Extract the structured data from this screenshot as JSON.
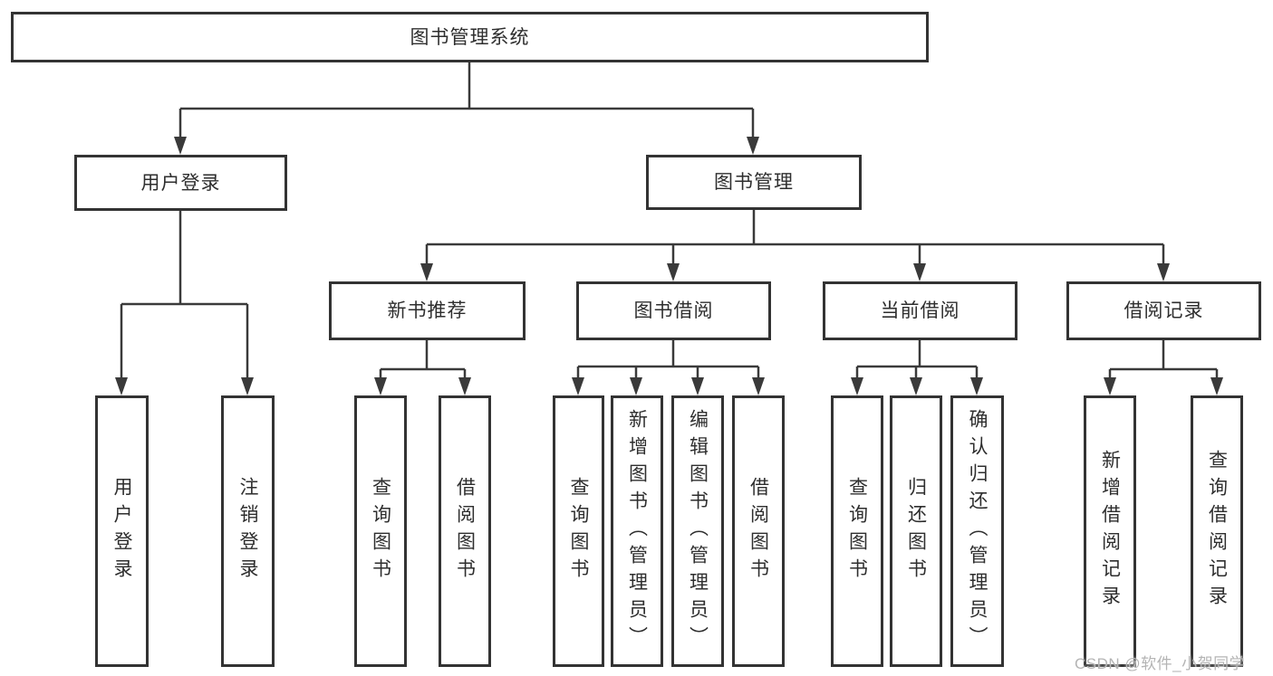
{
  "diagram": {
    "root": {
      "label": "图书管理系统"
    },
    "branches": [
      {
        "label": "用户登录",
        "children": [
          {
            "label": "用户登录"
          },
          {
            "label": "注销登录"
          }
        ]
      },
      {
        "label": "图书管理",
        "children": [
          {
            "label": "新书推荐",
            "children": [
              {
                "label": "查询图书"
              },
              {
                "label": "借阅图书"
              }
            ]
          },
          {
            "label": "图书借阅",
            "children": [
              {
                "label": "查询图书"
              },
              {
                "label": "新增图书（管理员）"
              },
              {
                "label": "编辑图书（管理员）"
              },
              {
                "label": "借阅图书"
              }
            ]
          },
          {
            "label": "当前借阅",
            "children": [
              {
                "label": "查询图书"
              },
              {
                "label": "归还图书"
              },
              {
                "label": "确认归还（管理员）"
              }
            ]
          },
          {
            "label": "借阅记录",
            "children": [
              {
                "label": "新增借阅记录"
              },
              {
                "label": "查询借阅记录"
              }
            ]
          }
        ]
      }
    ]
  },
  "watermark": {
    "text": "CSDN @软件_小贺同学"
  },
  "colors": {
    "line": "#3a3a3a",
    "box_border": "#333333",
    "box_fill": "#ffffff",
    "text": "#2e2e2e",
    "watermark": "#b4b4b4",
    "background": "#ffffff"
  }
}
